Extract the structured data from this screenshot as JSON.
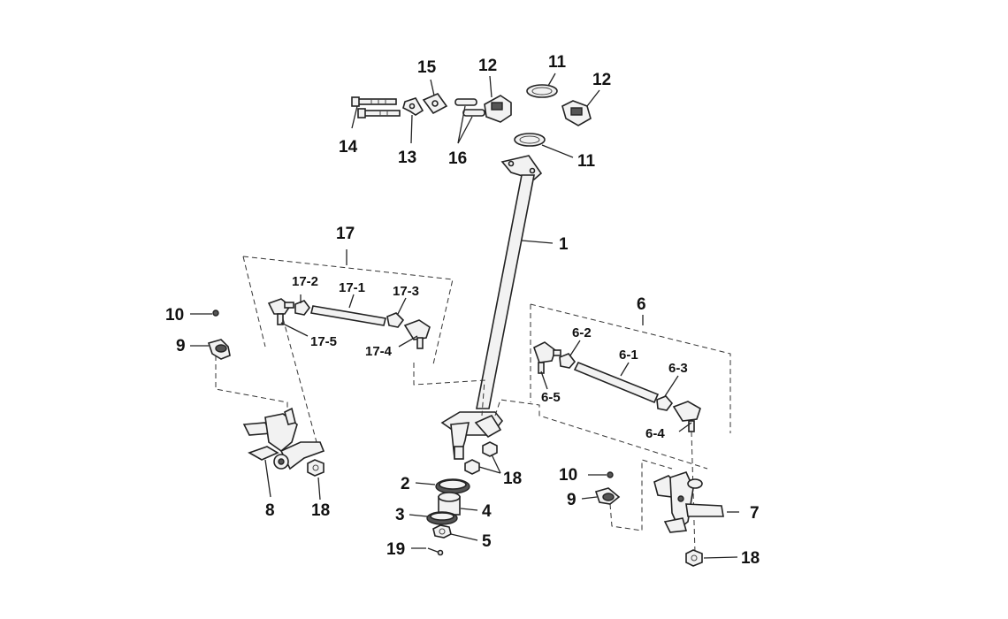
{
  "labels": {
    "p1": "1",
    "p2": "2",
    "p3": "3",
    "p4": "4",
    "p5": "5",
    "p6": "6",
    "p6_1": "6-1",
    "p6_2": "6-2",
    "p6_3": "6-3",
    "p6_4": "6-4",
    "p6_5": "6-5",
    "p7": "7",
    "p8": "8",
    "p9_left": "9",
    "p9_right": "9",
    "p10_left": "10",
    "p10_right": "10",
    "p11_top": "11",
    "p11_bottom": "11",
    "p12_left": "12",
    "p12_right": "12",
    "p13": "13",
    "p14": "14",
    "p15": "15",
    "p16": "16",
    "p17": "17",
    "p17_1": "17-1",
    "p17_2": "17-2",
    "p17_3": "17-3",
    "p17_4": "17-4",
    "p17_5": "17-5",
    "p18_center": "18",
    "p18_left": "18",
    "p18_right": "18",
    "p19": "19"
  }
}
